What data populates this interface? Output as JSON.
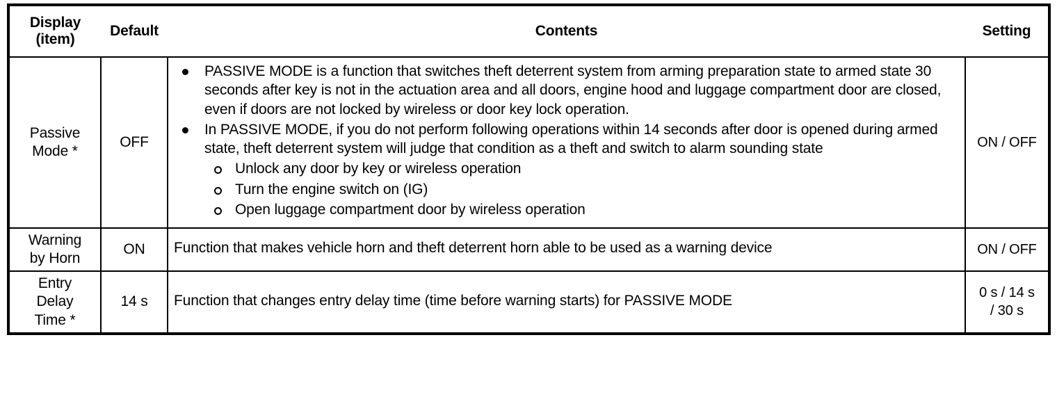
{
  "table": {
    "columns": [
      {
        "id": "display",
        "label": "Display\n(item)",
        "label_line1": "Display",
        "label_line2": "(item)"
      },
      {
        "id": "default",
        "label": "Default"
      },
      {
        "id": "contents",
        "label": "Contents"
      },
      {
        "id": "setting",
        "label": "Setting"
      }
    ],
    "rows": [
      {
        "display_line1": "Passive",
        "display_line2": "Mode *",
        "default": "OFF",
        "setting": "ON / OFF",
        "contents": {
          "bullets": [
            "PASSIVE MODE is a function that switches theft deterrent system from arming preparation state to armed state 30 seconds after key is not in the actuation area and all doors, engine hood and luggage compartment door are closed, even if doors are not locked by wireless or door key lock operation.",
            "In PASSIVE MODE, if you do not perform following operations within 14 seconds after door is opened during armed state, theft deterrent system will judge that condition as a theft and switch to alarm sounding state"
          ],
          "subbullets": [
            "Unlock any door by key or wireless operation",
            "Turn the engine switch on (IG)",
            "Open luggage compartment door by wireless operation"
          ]
        }
      },
      {
        "display_line1": "Warning",
        "display_line2": "by Horn",
        "default": "ON",
        "setting": "ON / OFF",
        "contents": {
          "text": "Function that makes vehicle horn and theft deterrent horn able to be used as a warning device"
        }
      },
      {
        "display_line1": "Entry",
        "display_line2": "Delay",
        "display_line3": "Time *",
        "default": "14 s",
        "setting_line1": "0 s / 14 s",
        "setting_line2": "/ 30 s",
        "contents": {
          "text": "Function that changes entry delay time (time before warning starts) for PASSIVE MODE"
        }
      }
    ]
  },
  "colors": {
    "border": "#000000",
    "text": "#000000",
    "background": "#ffffff"
  }
}
